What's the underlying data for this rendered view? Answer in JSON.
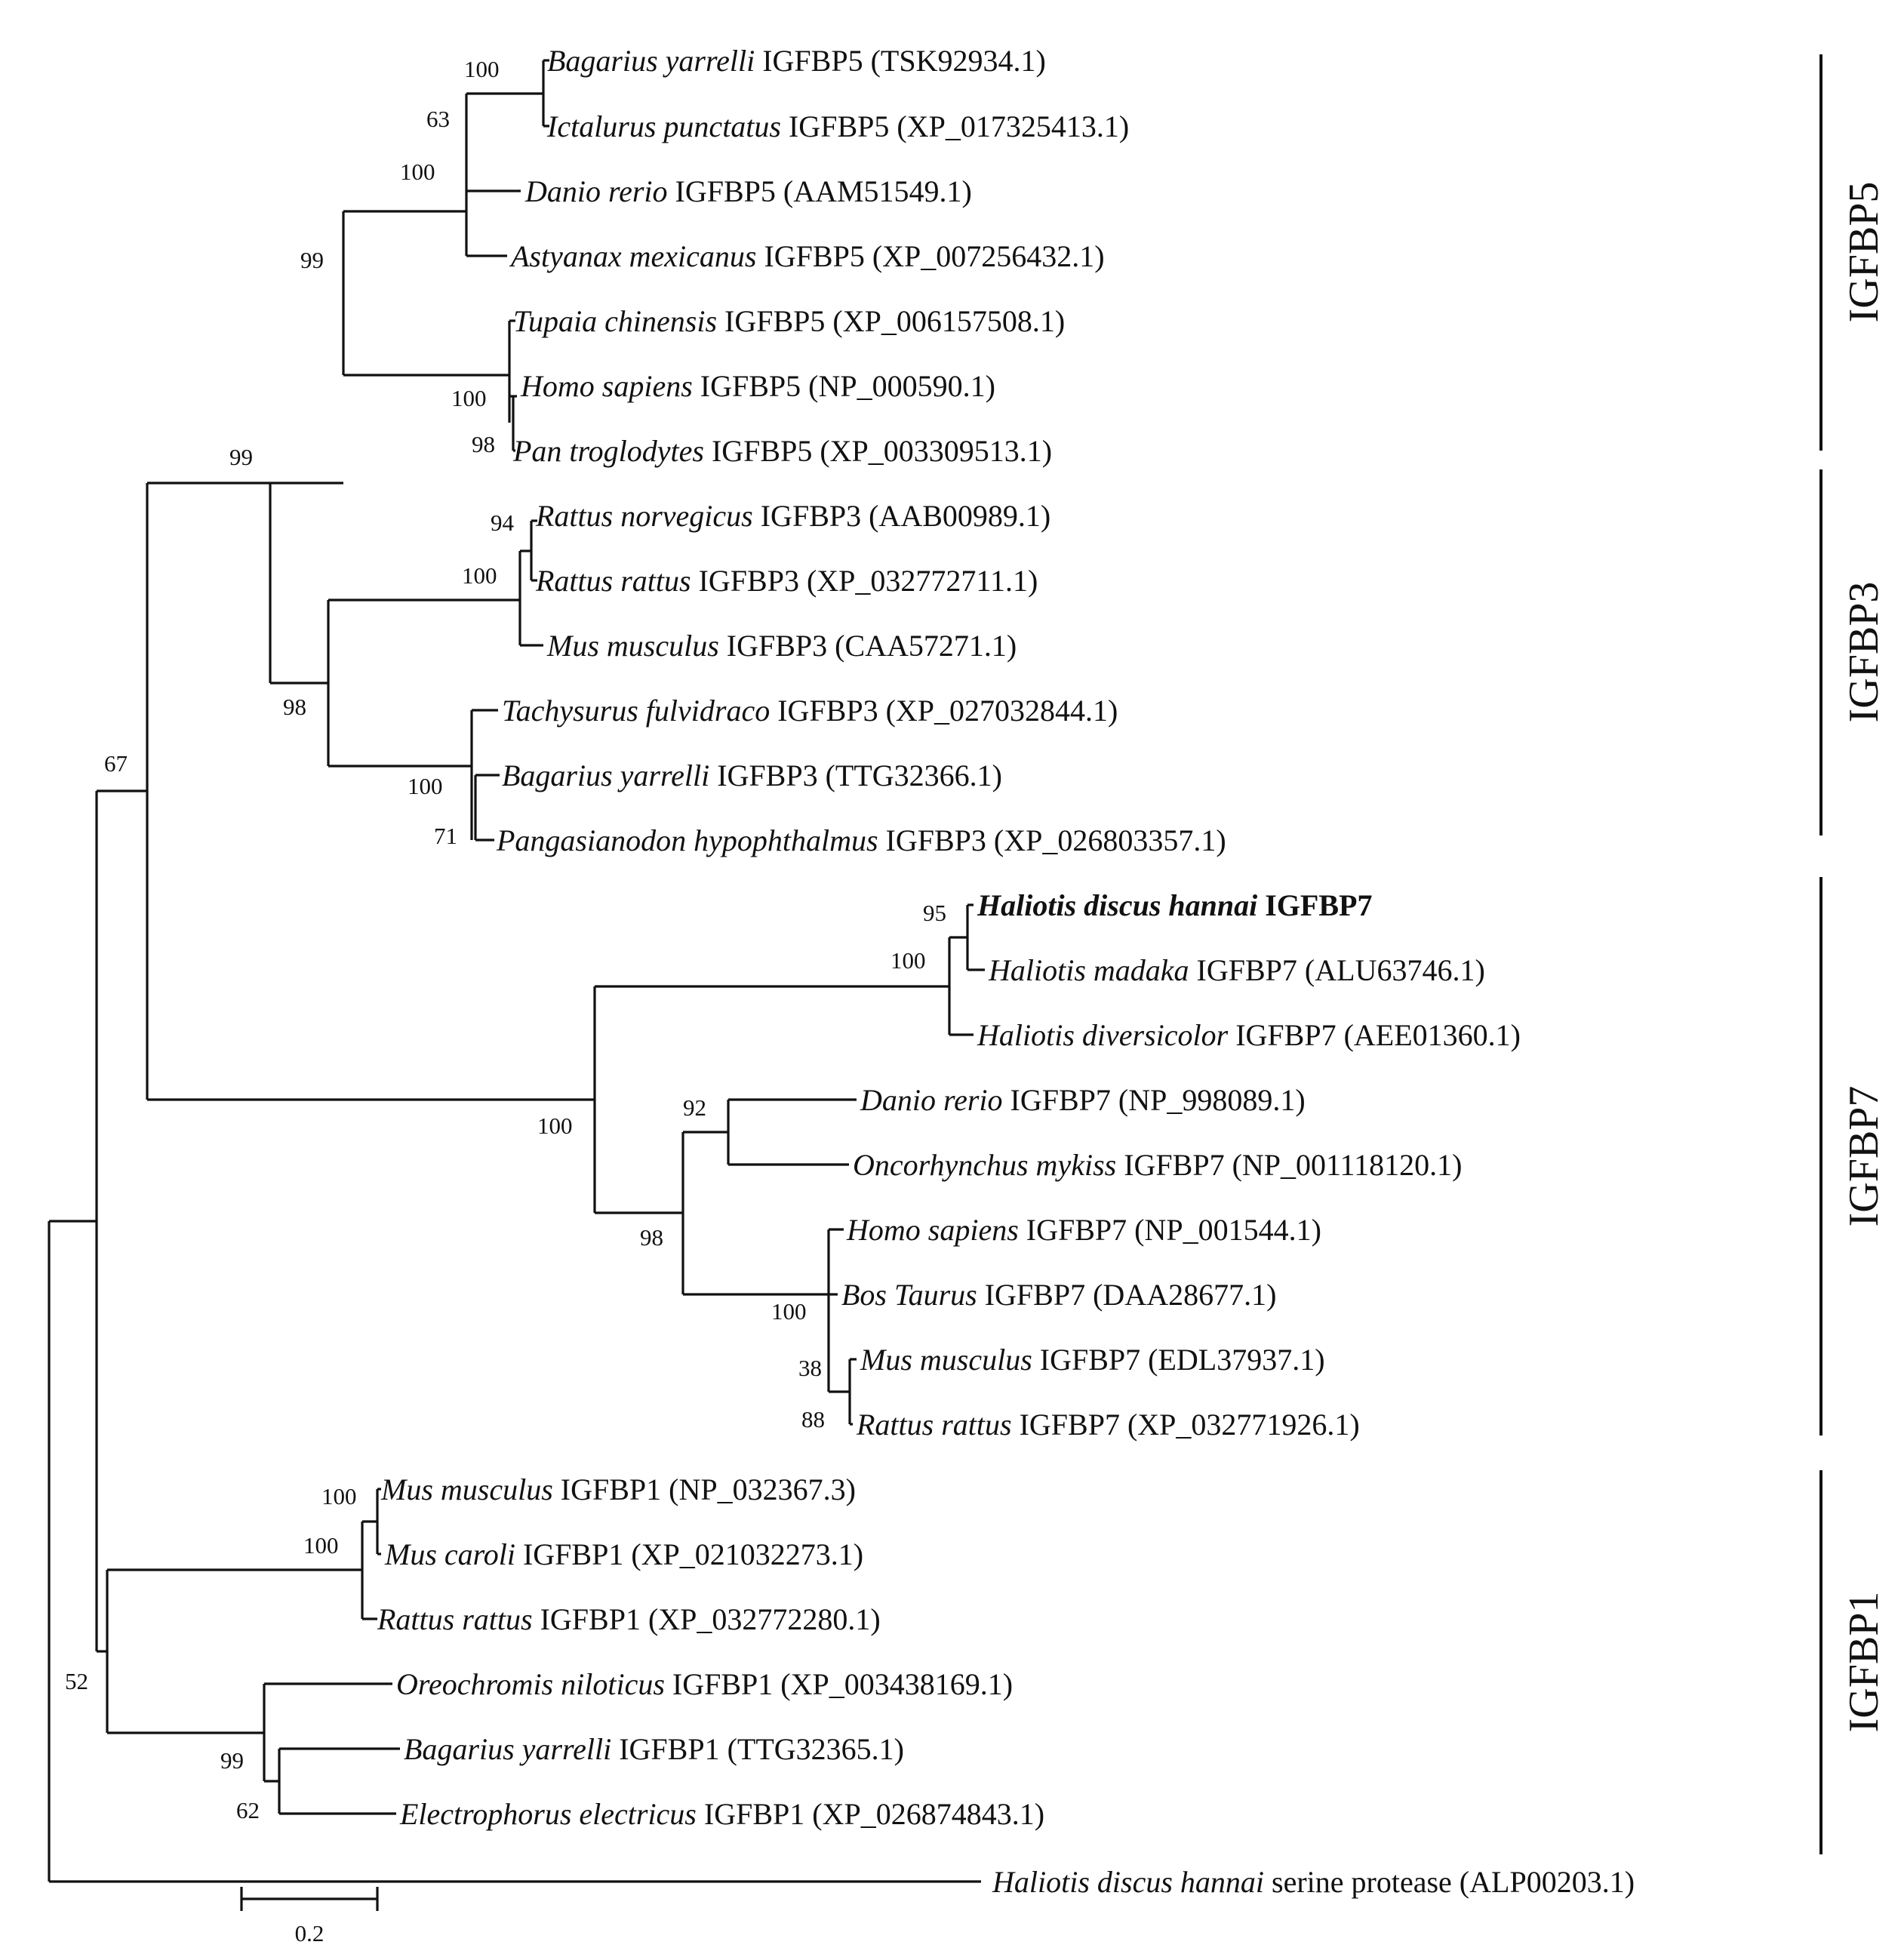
{
  "figure": {
    "scale_bar": {
      "label": "0.2"
    },
    "clade_labels": [
      "IGFBP5",
      "IGFBP3",
      "IGFBP7",
      "IGFBP1"
    ],
    "colors": {
      "ink": "#111111",
      "background": "#ffffff"
    }
  },
  "taxa": [
    {
      "species": "Bagarius yarrelli",
      "name": "IGFBP5 (TSK92934.1)"
    },
    {
      "species": "Ictalurus punctatus",
      "name": "IGFBP5 (XP_017325413.1)"
    },
    {
      "species": "Danio rerio",
      "name": "IGFBP5 (AAM51549.1)"
    },
    {
      "species": "Astyanax mexicanus",
      "name": "IGFBP5 (XP_007256432.1)"
    },
    {
      "species": "Tupaia chinensis",
      "name": "IGFBP5 (XP_006157508.1)"
    },
    {
      "species": "Homo sapiens",
      "name": "IGFBP5 (NP_000590.1)"
    },
    {
      "species": "Pan troglodytes",
      "name": "IGFBP5 (XP_003309513.1)"
    },
    {
      "species": "Rattus norvegicus",
      "name": "IGFBP3 (AAB00989.1)"
    },
    {
      "species": "Rattus rattus",
      "name": "IGFBP3 (XP_032772711.1)"
    },
    {
      "species": "Mus musculus",
      "name": "IGFBP3 (CAA57271.1)"
    },
    {
      "species": "Tachysurus fulvidraco",
      "name": "IGFBP3 (XP_027032844.1)"
    },
    {
      "species": "Bagarius yarrelli",
      "name": "IGFBP3 (TTG32366.1)"
    },
    {
      "species": "Pangasianodon hypophthalmus",
      "name": "IGFBP3 (XP_026803357.1)"
    },
    {
      "species": "Haliotis discus hannai",
      "name": "IGFBP7",
      "highlight": true
    },
    {
      "species": "Haliotis madaka",
      "name": "IGFBP7 (ALU63746.1)"
    },
    {
      "species": "Haliotis diversicolor",
      "name": "IGFBP7 (AEE01360.1)"
    },
    {
      "species": "Danio rerio",
      "name": "IGFBP7 (NP_998089.1)"
    },
    {
      "species": "Oncorhynchus mykiss",
      "name": "IGFBP7 (NP_001118120.1)"
    },
    {
      "species": "Homo sapiens",
      "name": "IGFBP7 (NP_001544.1)"
    },
    {
      "species": "Bos Taurus",
      "name": "IGFBP7 (DAA28677.1)"
    },
    {
      "species": "Mus musculus",
      "name": "IGFBP7 (EDL37937.1)"
    },
    {
      "species": "Rattus rattus",
      "name": "IGFBP7 (XP_032771926.1)"
    },
    {
      "species": "Mus musculus",
      "name": "IGFBP1 (NP_032367.3)"
    },
    {
      "species": "Mus caroli",
      "name": "IGFBP1 (XP_021032273.1)"
    },
    {
      "species": "Rattus rattus",
      "name": "IGFBP1 (XP_032772280.1)"
    },
    {
      "species": "Oreochromis niloticus",
      "name": "IGFBP1 (XP_003438169.1)"
    },
    {
      "species": "Bagarius yarrelli",
      "name": "IGFBP1 (TTG32365.1)"
    },
    {
      "species": "Electrophorus electricus",
      "name": "IGFBP1 (XP_026874843.1)"
    },
    {
      "species": "Haliotis discus hannai",
      "name": "serine protease (ALP00203.1)"
    }
  ],
  "bootstrap_values": [
    "100",
    "63",
    "100",
    "99",
    "100",
    "98",
    "99",
    "94",
    "100",
    "98",
    "100",
    "71",
    "67",
    "95",
    "100",
    "100",
    "92",
    "98",
    "100",
    "38",
    "88",
    "100",
    "100",
    "52",
    "99",
    "62"
  ]
}
